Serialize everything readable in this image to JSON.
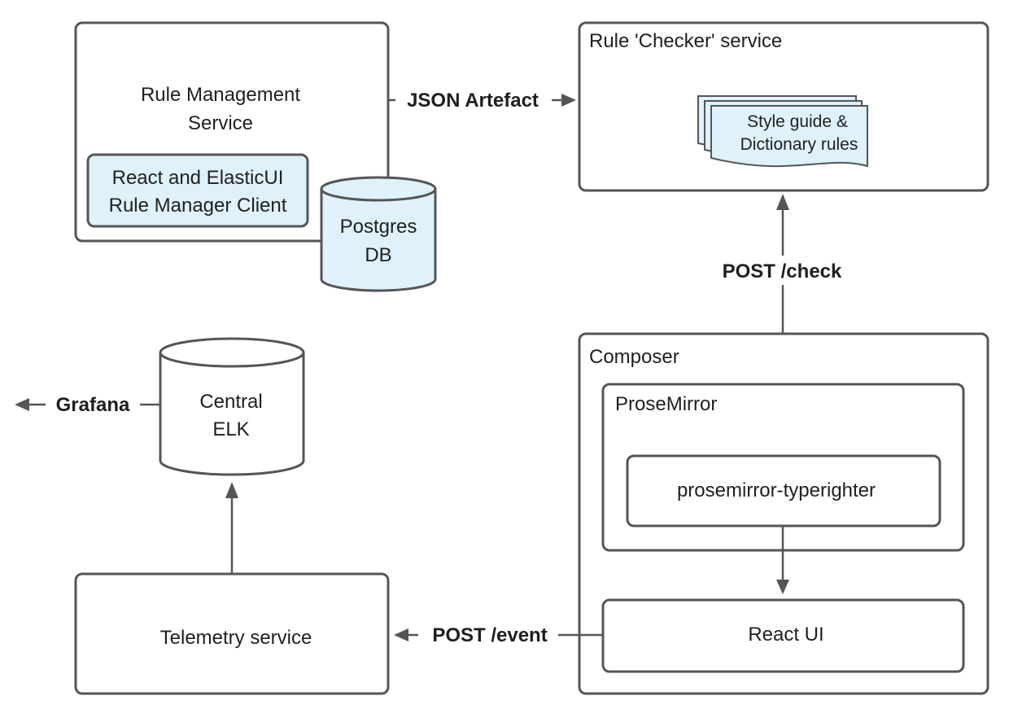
{
  "rule_management": {
    "title_line1": "Rule Management",
    "title_line2": "Service",
    "client_line1": "React and ElasticUI",
    "client_line2": "Rule Manager Client",
    "db_line1": "Postgres",
    "db_line2": "DB"
  },
  "checker": {
    "title": "Rule 'Checker' service",
    "doc_line1": "Style guide &",
    "doc_line2": "Dictionary rules"
  },
  "edges": {
    "json_artefact": "JSON Artefact",
    "post_check": "POST /check",
    "post_event": "POST /event",
    "grafana": "Grafana"
  },
  "elk": {
    "line1": "Central",
    "line2": "ELK"
  },
  "composer": {
    "title": "Composer",
    "prosemirror": "ProseMirror",
    "typerighter": "prosemirror-typerighter",
    "react_ui": "React UI"
  },
  "telemetry": {
    "title": "Telemetry service"
  }
}
